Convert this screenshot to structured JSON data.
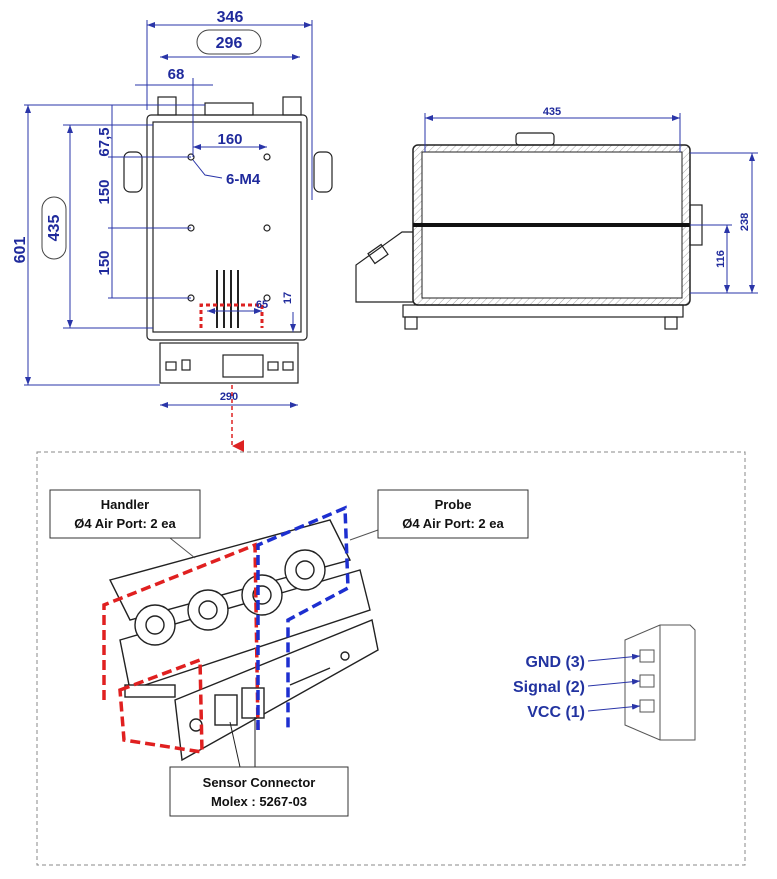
{
  "front_view": {
    "dims": {
      "overall_width": "346",
      "inner_width": "296",
      "offset_left": "68",
      "overall_height": "601",
      "inner_height": "435",
      "top_offset": "67,5",
      "hole_pitch_1": "150",
      "hole_pitch_2": "150",
      "hole_spacing": "160",
      "holes": "6-M4",
      "port_spacing": "65",
      "bottom_offset": "17",
      "controller_width": "290"
    }
  },
  "side_view": {
    "dims": {
      "length": "435",
      "height": "238",
      "split_height": "116"
    }
  },
  "detail": {
    "handler_label": [
      "Handler",
      "Ø4 Air Port: 2 ea"
    ],
    "probe_label": [
      "Probe",
      "Ø4 Air Port: 2 ea"
    ],
    "sensor_label": [
      "Sensor Connector",
      "Molex : 5267-03"
    ],
    "pins": [
      "GND (3)",
      "Signal (2)",
      "VCC (1)"
    ]
  },
  "colors": {
    "dimension": "#1f2a9c",
    "handler": "#e02020",
    "probe": "#1d2fd0",
    "leader": "#cc2222"
  }
}
